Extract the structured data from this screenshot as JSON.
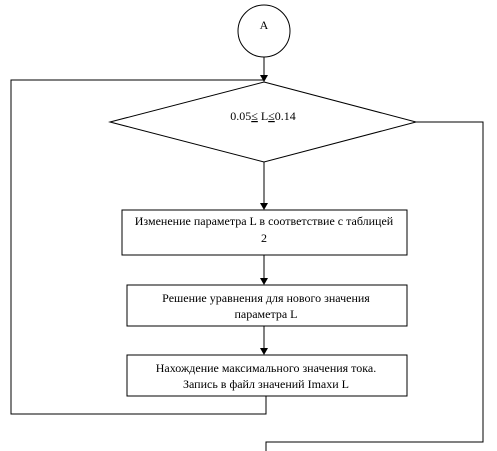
{
  "connector_label": "A",
  "decision": {
    "condition_left": "0.05",
    "condition_mid": " L",
    "condition_right": "0.14",
    "operator": "≤"
  },
  "steps": [
    {
      "line1": "Изменение параметра  L в соответствие  с таблицей",
      "line2": "2"
    },
    {
      "line1": "Решение уравнения для нового значения",
      "line2": "параметра L"
    },
    {
      "line1": "Нахождение максимального значения тока.",
      "line2": "Запись в файл значений  Imaxи L"
    }
  ]
}
